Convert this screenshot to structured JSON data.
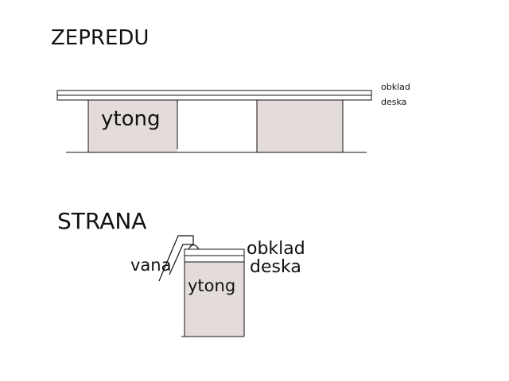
{
  "front_view": {
    "title": "ZEPREDU",
    "label_top": "obklad",
    "label_bottom": "deska",
    "block_label": "ytong"
  },
  "side_view": {
    "title": "STRANA",
    "label_top": "obklad",
    "label_bottom": "deska",
    "block_label": "ytong",
    "tub_label": "vana"
  },
  "colors": {
    "block_fill": "#e3dcdb",
    "stroke": "#111111",
    "background": "#ffffff"
  }
}
